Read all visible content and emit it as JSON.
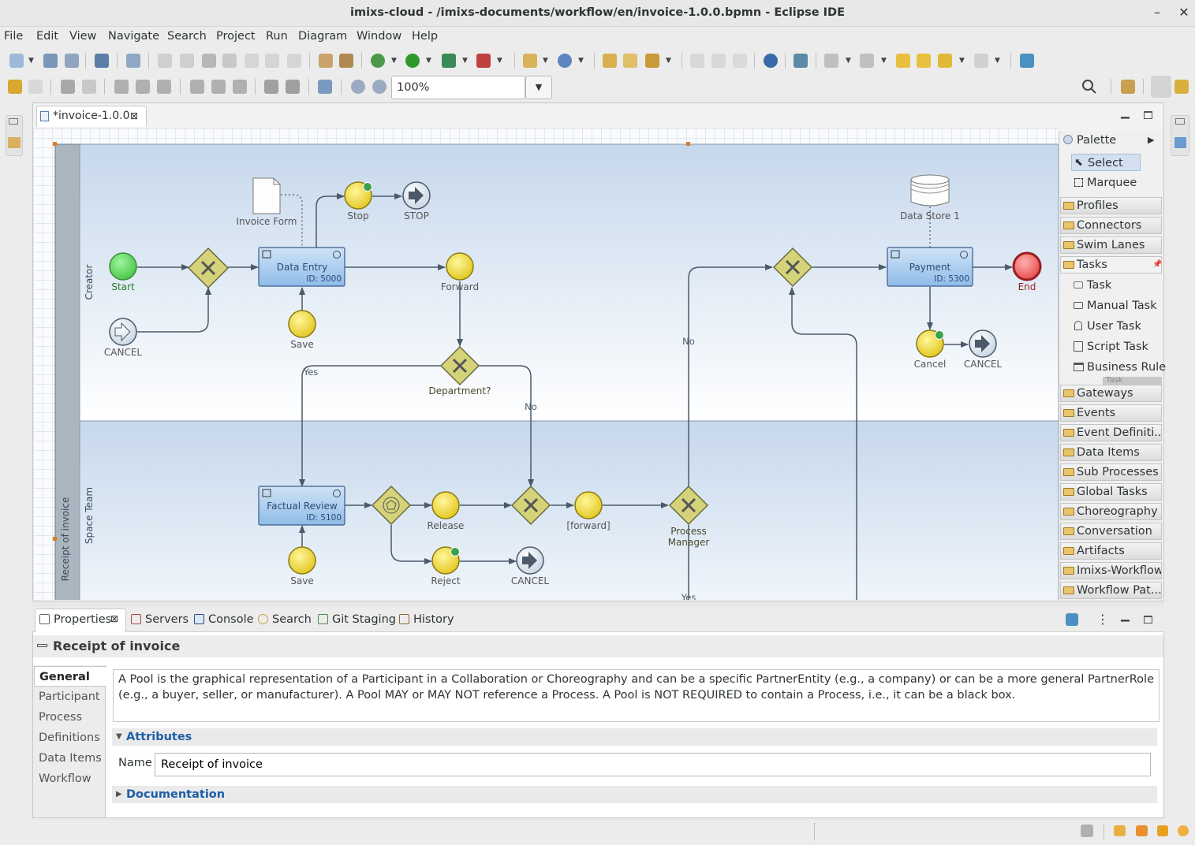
{
  "window": {
    "title": "imixs-cloud - /imixs-documents/workflow/en/invoice-1.0.0.bpmn - Eclipse IDE",
    "minimize_glyph": "–",
    "close_glyph": "✕"
  },
  "menu": [
    "File",
    "Edit",
    "View",
    "Navigate",
    "Search",
    "Project",
    "Run",
    "Diagram",
    "Window",
    "Help"
  ],
  "toolbar": {
    "zoom_value": "100%"
  },
  "editor": {
    "tab_label": "*invoice-1.0.0"
  },
  "diagram": {
    "pool_label": "Receipt of invoice",
    "lanes": [
      "Creator",
      "Space Team"
    ],
    "start": "Start",
    "end": "End",
    "invoice_form": "Invoice Form",
    "data_store": "Data Store 1",
    "tasks": [
      {
        "name": "Data Entry",
        "id": "ID: 5000"
      },
      {
        "name": "Payment",
        "id": "ID: 5300"
      },
      {
        "name": "Factual Review",
        "id": "ID: 5100"
      }
    ],
    "events": {
      "stop": "Stop",
      "stop_end": "STOP",
      "save_top": "Save",
      "forward": "Forward",
      "cancel_left": "CANCEL",
      "cancel_right": "Cancel",
      "cancel_right_end": "CANCEL",
      "release": "Release",
      "reject": "Reject",
      "cancel_bottom": "CANCEL",
      "forward2": "[forward]",
      "save_bottom": "Save"
    },
    "gateways": {
      "department": "Department?",
      "process_manager": "Process\nManager"
    },
    "flow_labels": {
      "yes": "Yes",
      "no1": "No",
      "no2": "No",
      "yes_bottom": "Yes"
    }
  },
  "palette": {
    "title": "Palette",
    "tools": [
      "Select",
      "Marquee"
    ],
    "drawers_top": [
      "Profiles",
      "Connectors",
      "Swim Lanes",
      "Tasks"
    ],
    "task_items": [
      "Task",
      "Manual Task",
      "User Task",
      "Script Task",
      "Business Rule"
    ],
    "task_more": "Task",
    "drawers_bottom": [
      "Gateways",
      "Events",
      "Event Definiti...",
      "Data Items",
      "Sub Processes",
      "Global Tasks",
      "Choreography",
      "Conversation",
      "Artifacts",
      "Imixs-Workflow",
      "Workflow Pat..."
    ]
  },
  "properties": {
    "tabs": [
      "Properties",
      "Servers",
      "Console",
      "Search",
      "Git Staging",
      "History"
    ],
    "title": "Receipt of invoice",
    "side_tabs": [
      "General",
      "Participant",
      "Process",
      "Definitions",
      "Data Items",
      "Workflow"
    ],
    "description": "A Pool is the graphical representation of a Participant in a Collaboration or Choreography and can be a specific PartnerEntity (e.g., a company) or can be a more general PartnerRole (e.g., a buyer, seller, or manufacturer). A Pool MAY or MAY NOT reference a Process. A Pool is NOT REQUIRED to contain a Process, i.e., it can be a black box.",
    "attributes_label": "Attributes",
    "name_label": "Name",
    "name_value": "Receipt of invoice",
    "documentation_label": "Documentation"
  },
  "colors": {
    "accent": "#1d5ea8",
    "event_yellow": "#f2e23a",
    "start_green": "#5fd75f",
    "end_red": "#f05a5a",
    "gateway": "#d6d57a",
    "task_blue": "#a9cdf0"
  }
}
